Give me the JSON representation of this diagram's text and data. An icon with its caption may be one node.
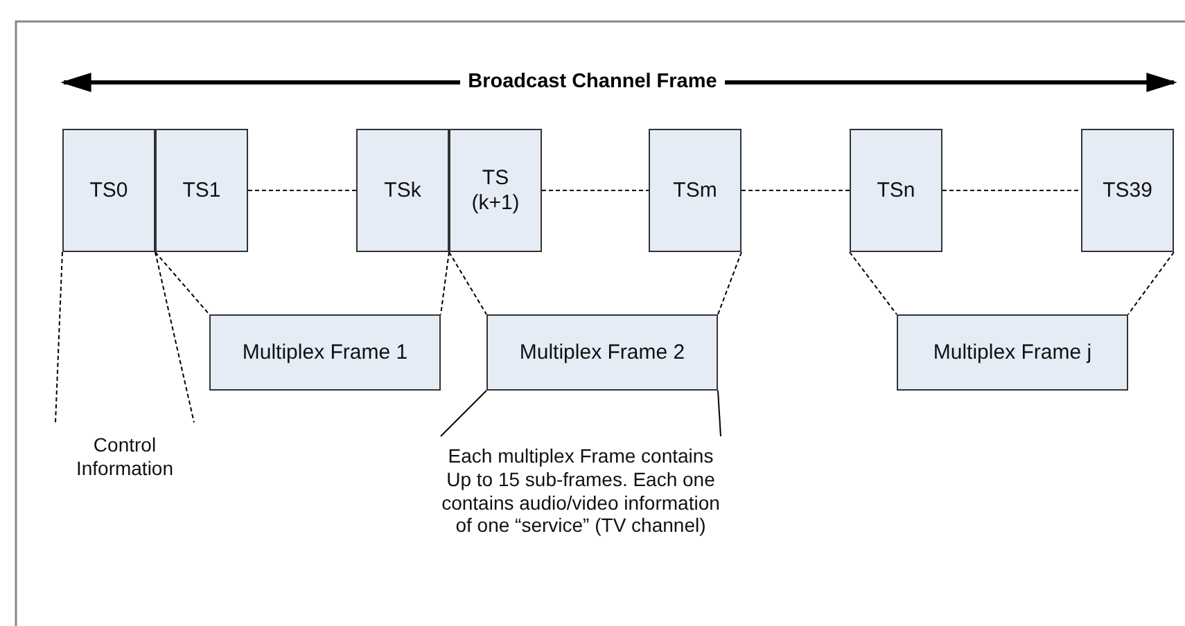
{
  "diagram": {
    "title": "Broadcast Channel Frame",
    "nodes": [
      {
        "text": [
          "TS0"
        ]
      },
      {
        "text": [
          "TS1"
        ]
      },
      {
        "text": [
          "TSk"
        ]
      },
      {
        "text": [
          "TS (k+1)"
        ]
      },
      {
        "text": [
          "TSm"
        ]
      },
      {
        "text": [
          "TSn"
        ]
      },
      {
        "text": [
          "TS39"
        ]
      },
      {
        "text": [
          "Multiplex Frame 1"
        ]
      },
      {
        "text": [
          "Multiplex Frame 2"
        ]
      },
      {
        "text": [
          "Multiplex Frame j"
        ]
      },
      {
        "text": [
          "Control Information"
        ]
      },
      {
        "text": [
          "Each multiplex Frame contains Up to 15 sub-frames. Each one contains audio/video information of one “service” (TV channel)"
        ]
      }
    ],
    "edges": [
      {
        "from": 1,
        "to": 2,
        "arrow": "none",
        "style": "dashed"
      },
      {
        "from": 3,
        "to": 4,
        "arrow": "none",
        "style": "dashed"
      },
      {
        "from": 4,
        "to": 5,
        "arrow": "none",
        "style": "dashed"
      },
      {
        "from": 5,
        "to": 6,
        "arrow": "none",
        "style": "dashed"
      },
      {
        "from": 1,
        "to": 7,
        "arrow": "none",
        "style": "dashed"
      },
      {
        "from": 2,
        "to": 7,
        "arrow": "none",
        "style": "dashed"
      },
      {
        "from": 3,
        "to": 8,
        "arrow": "none",
        "style": "dashed"
      },
      {
        "from": 4,
        "to": 8,
        "arrow": "none",
        "style": "dashed"
      },
      {
        "from": 5,
        "to": 9,
        "arrow": "none",
        "style": "dashed"
      },
      {
        "from": 6,
        "to": 9,
        "arrow": "none",
        "style": "dashed"
      },
      {
        "from": 0,
        "to": 10,
        "arrow": "none",
        "style": "dashed"
      },
      {
        "from": 0,
        "to": 10,
        "arrow": "none",
        "style": "dashed"
      },
      {
        "from": 8,
        "to": 11,
        "arrow": "none"
      },
      {
        "from": 8,
        "to": 11,
        "arrow": "none"
      }
    ]
  }
}
